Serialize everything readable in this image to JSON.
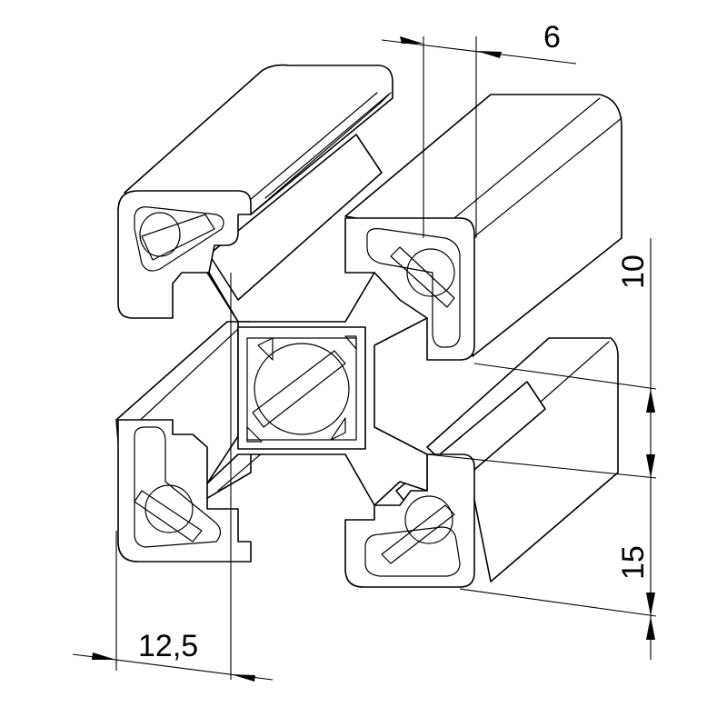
{
  "drawing": {
    "subject": "",
    "dimensions": {
      "top": "6",
      "right_upper": "10",
      "right_lower": "15",
      "bottom": "12,5"
    },
    "line_color": "#000000",
    "background": "#ffffff"
  }
}
